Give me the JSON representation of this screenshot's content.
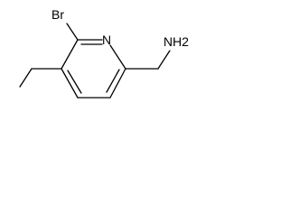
{
  "molecule": {
    "atoms": {
      "br": "Br",
      "n": "N",
      "nh2": "NH2"
    }
  }
}
